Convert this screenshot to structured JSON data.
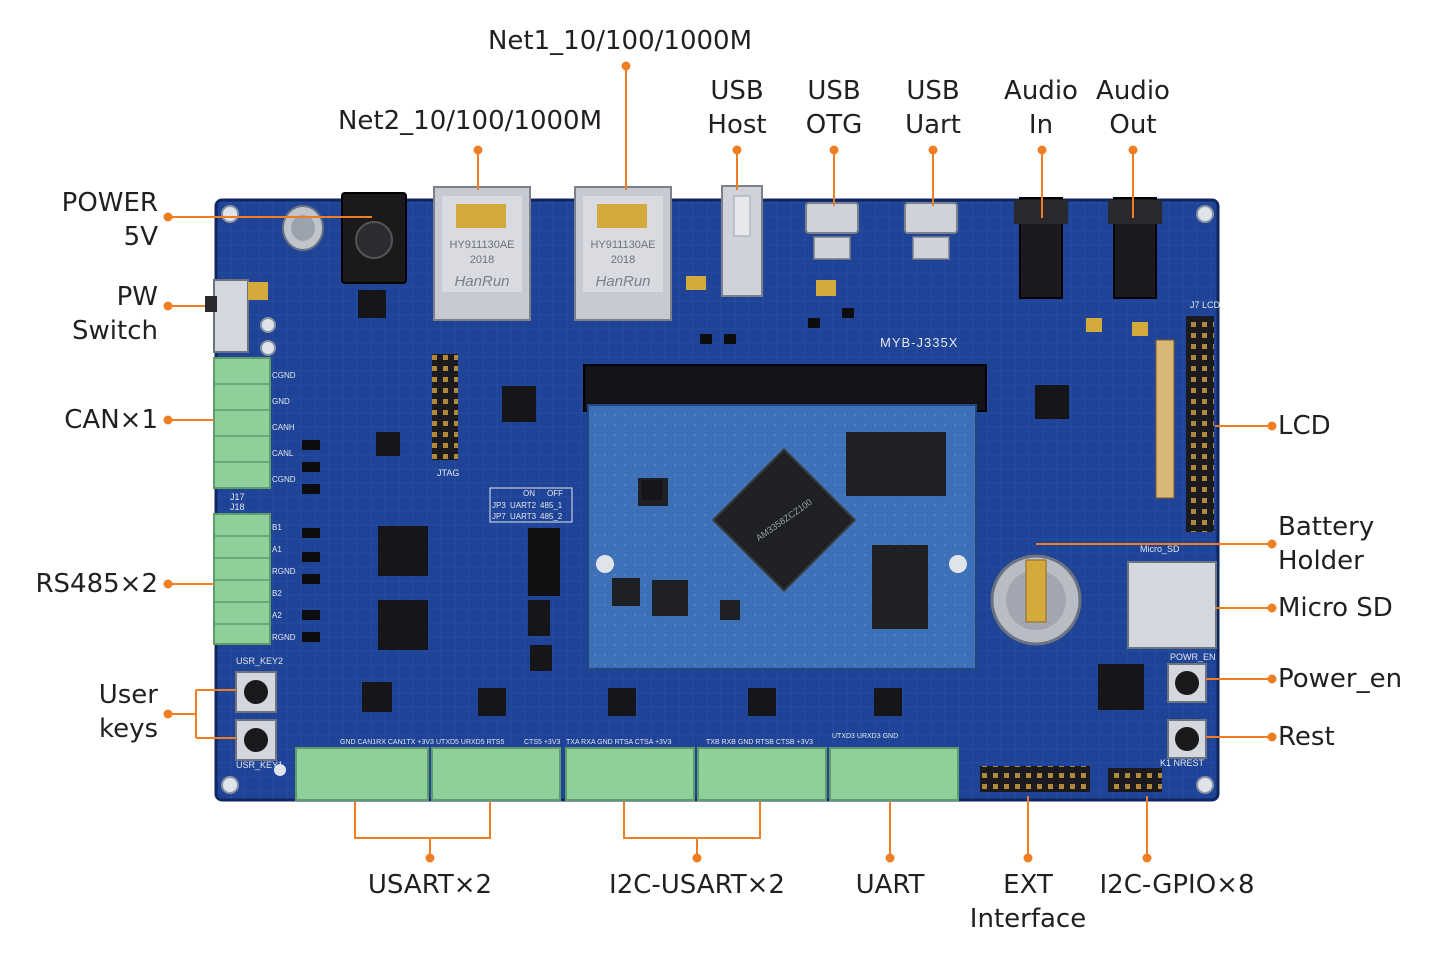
{
  "labels": {
    "net1": "Net1_10/100/1000M",
    "net2": "Net2_10/100/1000M",
    "usb_host": [
      "USB",
      "Host"
    ],
    "usb_otg": [
      "USB",
      "OTG"
    ],
    "usb_uart": [
      "USB",
      "Uart"
    ],
    "audio_in": [
      "Audio",
      "In"
    ],
    "audio_out": [
      "Audio",
      "Out"
    ],
    "power": [
      "POWER",
      "5V"
    ],
    "pw_switch": [
      "PW",
      "Switch"
    ],
    "can": "CAN×1",
    "rs485": "RS485×2",
    "user_keys": [
      "User",
      "keys"
    ],
    "lcd": "LCD",
    "battery_holder": [
      "Battery",
      "Holder"
    ],
    "micro_sd": "Micro SD",
    "power_en": "Power_en",
    "rest": "Rest",
    "usart": "USART×2",
    "i2c_usart": "I2C-USART×2",
    "uart": "UART",
    "ext": [
      "EXT",
      "Interface"
    ],
    "i2c_gpio": "I2C-GPIO×8"
  },
  "board": {
    "model_text": "MYB-J335X",
    "module_chip_text": "AM3358ZCZ100",
    "rj45_brand": "HanRun",
    "rj45_part": "HY911130AE",
    "rj45_year": "2018",
    "jtag_text": "JTAG",
    "table_header": [
      "ON",
      "OFF"
    ],
    "table_rows": [
      [
        "JP3",
        "UART2",
        "485_1"
      ],
      [
        "JP7",
        "UART3",
        "485_2"
      ]
    ],
    "silk": {
      "j17": "J17",
      "j18": "J18",
      "j7_lcd": "J7 LCD",
      "micro_sd": "Micro_SD",
      "usr_key2": "USR_KEY2",
      "usr_key1": "USR_KEY1",
      "powr_en": "POWR_EN",
      "nrest": "K1 NREST",
      "can_pins": [
        "CGND",
        "GND",
        "CANH",
        "CANL",
        "CGND"
      ],
      "rs485_pins": [
        "B1",
        "A1",
        "RGND",
        "B2",
        "A2",
        "RGND"
      ],
      "bottom_pins": [
        "GND CAN1RX CAN1TX +3V3",
        "UTXD5 URXD5 RTS5",
        "CTS5 +3V3",
        "TXA RXA GND RTSA CTSA +3V3",
        "TXB RXB GND RTSB CTSB +3V3",
        "UTXD3 URXD3 GND"
      ]
    }
  },
  "colors": {
    "board": "#1e3f8f",
    "board_dark": "#142e6e",
    "module": "#3a6bb0",
    "terminal": "#8fcf9a",
    "leader": "#ef7d22",
    "text": "#231f20",
    "metal": "#c9ccd2",
    "chip": "#1a1a1d"
  }
}
